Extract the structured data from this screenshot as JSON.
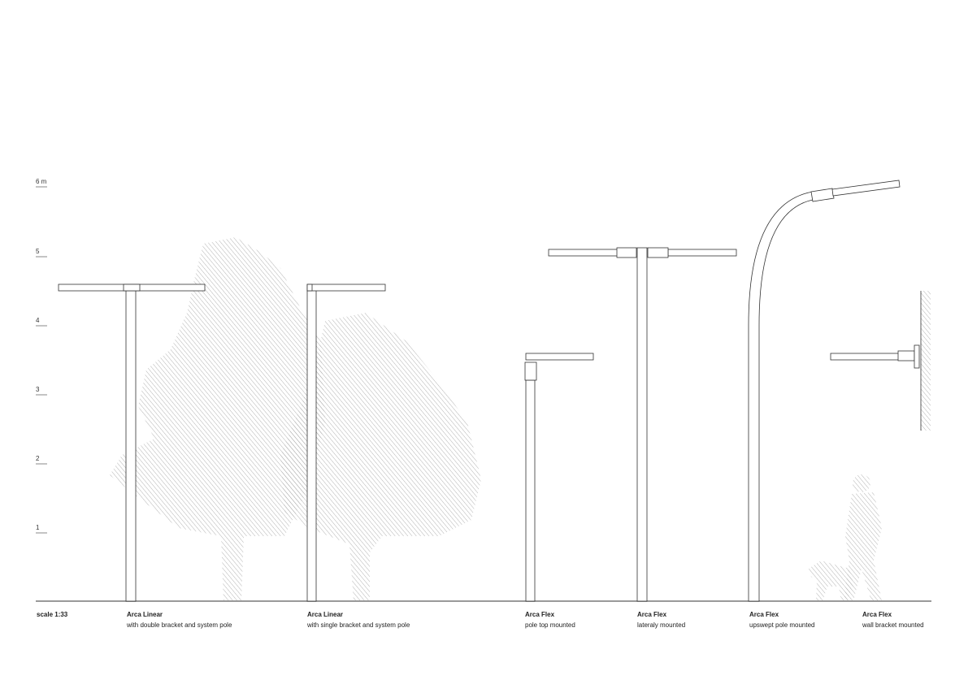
{
  "scale_axis": {
    "ticks": [
      "1",
      "2",
      "3",
      "4",
      "5",
      "6 m"
    ],
    "scale_label": "scale 1:33"
  },
  "products": [
    {
      "name": "Arca Linear",
      "desc": "with double bracket and system pole"
    },
    {
      "name": "Arca Linear",
      "desc": "with single bracket and system pole"
    },
    {
      "name": "Arca Flex",
      "desc": "pole top mounted"
    },
    {
      "name": "Arca Flex",
      "desc": "lateraly mounted"
    },
    {
      "name": "Arca Flex",
      "desc": "upswept pole mounted"
    },
    {
      "name": "Arca Flex",
      "desc": "wall bracket mounted"
    }
  ]
}
